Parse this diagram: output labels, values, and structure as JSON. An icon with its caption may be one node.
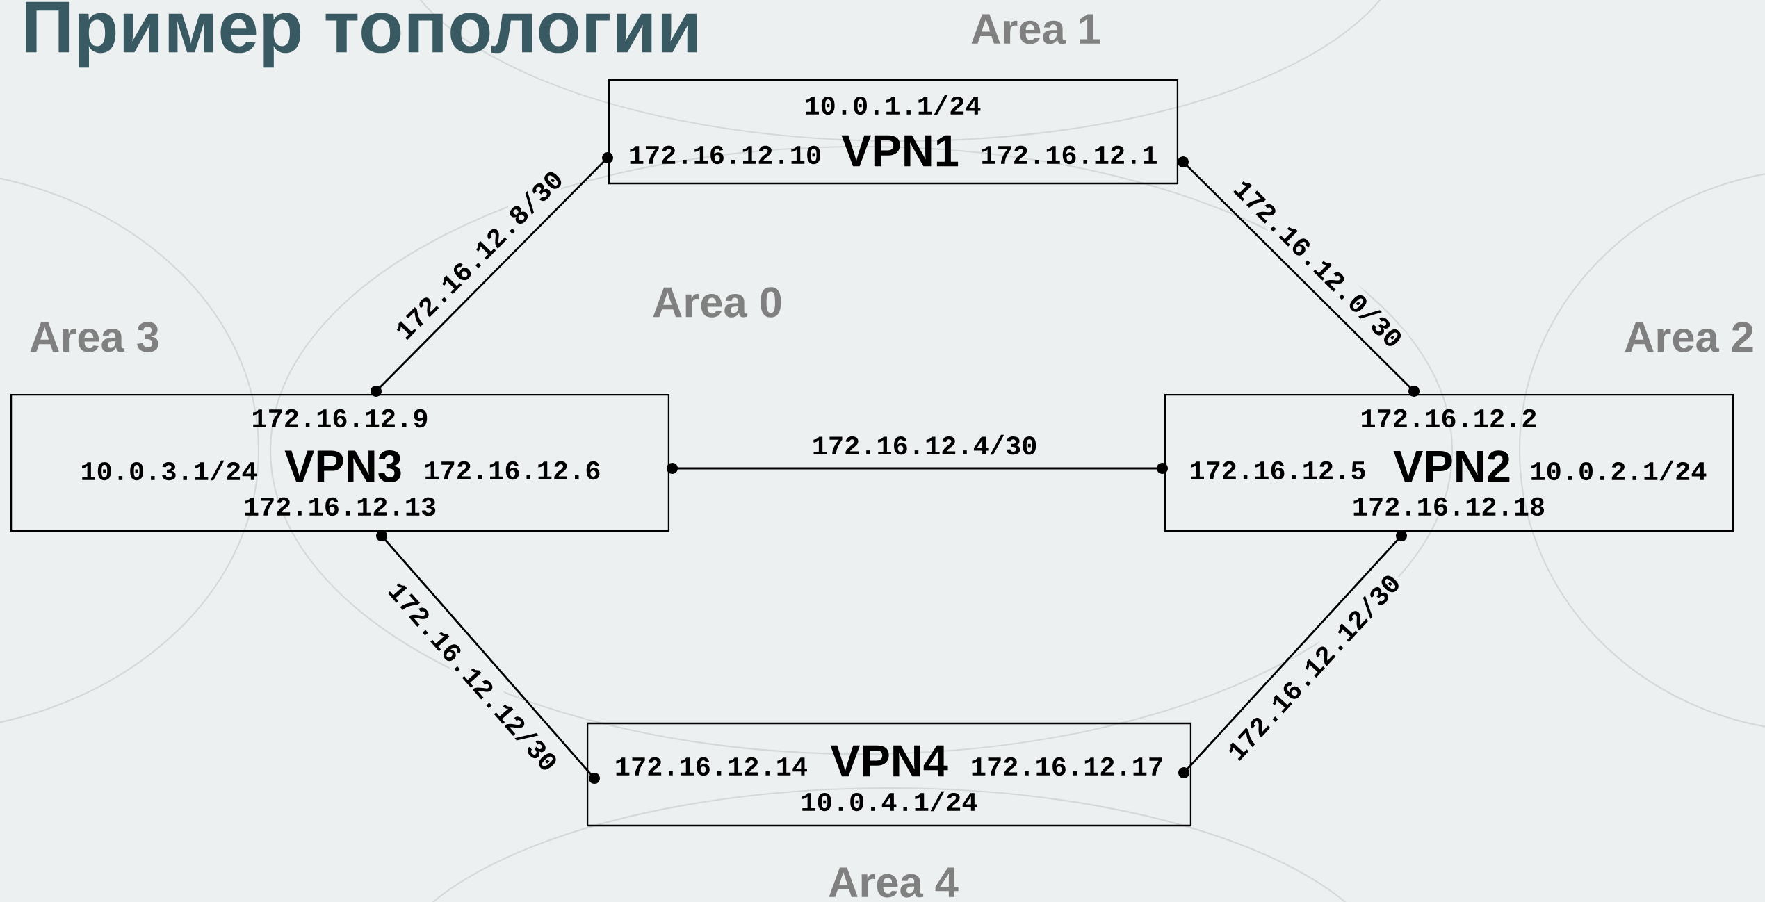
{
  "diagram": {
    "title": "Пример топологии",
    "nodes": [
      {
        "text": [
          "10.0.1.1/24",
          "172.16.12.10",
          "VPN1",
          "172.16.12.1"
        ]
      },
      {
        "text": [
          "172.16.12.9",
          "10.0.3.1/24",
          "VPN3",
          "172.16.12.6",
          "172.16.12.13"
        ]
      },
      {
        "text": [
          "172.16.12.2",
          "172.16.12.5",
          "VPN2",
          "10.0.2.1/24",
          "172.16.12.18"
        ]
      },
      {
        "text": [
          "172.16.12.14",
          "VPN4",
          "172.16.12.17",
          "10.0.4.1/24"
        ]
      }
    ],
    "edges": [
      {
        "from": 1,
        "to": 0,
        "arrow": "other",
        "label": "172.16.12.8/30"
      },
      {
        "from": 0,
        "to": 2,
        "arrow": "other",
        "label": "172.16.12.0/30"
      },
      {
        "from": 1,
        "to": 2,
        "arrow": "other",
        "label": "172.16.12.4/30"
      },
      {
        "from": 1,
        "to": 3,
        "arrow": "other",
        "label": "172.16.12.12/30"
      },
      {
        "from": 3,
        "to": 2,
        "arrow": "other",
        "label": "172.16.12.12/30"
      }
    ],
    "labels": [
      "Area 1",
      "Area 0",
      "Area 3",
      "Area 2",
      "Area 4"
    ]
  }
}
